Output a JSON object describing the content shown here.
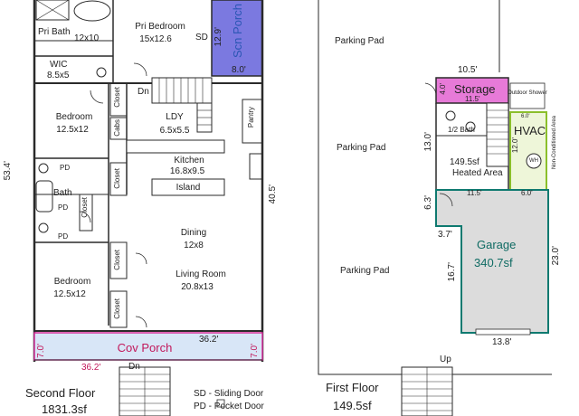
{
  "second_floor": {
    "title": "Second Floor",
    "area": "1831.3sf",
    "rooms": {
      "pri_bath": "Pri Bath",
      "pri_bath_dim": "12x10",
      "wic": "WIC",
      "wic_dim": "8.5x5",
      "pri_bedroom": "Pri Bedroom",
      "pri_bedroom_dim": "15x12.6",
      "scn_porch": "Scn Porch",
      "scn_porch_dim_v": "12.9'",
      "scn_porch_dim_h": "8.0'",
      "sd": "SD",
      "dn_upper": "Dn",
      "bedroom1": "Bedroom",
      "bedroom1_dim": "12.5x12",
      "closet1": "Closet",
      "cabs": "Cabs",
      "closet2": "Closet",
      "ldy": "LDY",
      "ldy_dim": "6.5x5.5",
      "pantry": "Pantry",
      "kitchen": "Kitchen",
      "kitchen_dim": "16.8x9.5",
      "island": "Island",
      "pd1": "PD",
      "bath": "Bath",
      "pd2": "PD",
      "pd3": "PD",
      "closet3": "Closet",
      "dining": "Dining",
      "dining_dim": "12x8",
      "living": "Living Room",
      "living_dim": "20.8x13",
      "bedroom2": "Bedroom",
      "bedroom2_dim": "12.5x12",
      "closet4": "Closet",
      "closet5": "Closet",
      "cov_porch": "Cov Porch",
      "dn_lower": "Dn"
    },
    "dims": {
      "left": "53.4'",
      "right": "40.5'",
      "porch_top": "36.2'",
      "porch_bottom": "36.2'",
      "porch_left": "7.0'",
      "porch_right": "7.0'"
    }
  },
  "first_floor": {
    "title": "First Floor",
    "area": "149.5sf",
    "up": "Up",
    "parking1": "Parking Pad",
    "parking2": "Parking Pad",
    "parking3": "Parking Pad",
    "storage": "Storage",
    "storage_dim_top": "10.5'",
    "storage_dim_left": "4.0'",
    "storage_dim_bottom": "11.5'",
    "outdoor_shower": "Outdoor Shower",
    "half_bath": "1/2 Bath",
    "heated_area": "149.5sf",
    "heated_label": "Heated Area",
    "dim_13": "13.0'",
    "hvac": "HVAC",
    "hvac_dim_top": "6.0'",
    "hvac_dim_side": "12.0'",
    "hvac_dim_bottom": "6.0'",
    "wh": "WH",
    "non_cond": "Non-Conditioned Area",
    "dim_115": "11.5'",
    "dim_63": "6.3'",
    "dim_37": "3.7'",
    "dim_167": "16.7'",
    "garage": "Garage",
    "garage_area": "340.7sf",
    "dim_230": "23.0'",
    "dim_138": "13.8'"
  },
  "legend": {
    "sd": "SD - Sliding Door",
    "pd": "PD - Pocket Door"
  },
  "colors": {
    "wall": "#2a2a2a",
    "porch_fill": "#7b79e0",
    "cov_porch_fill": "#d8e6f7",
    "cov_porch_border": "#d62f9a",
    "storage_fill": "#e77ad8",
    "garage_fill": "#dcdcdc",
    "garage_border": "#0f7a70",
    "hvac_border": "#8bbf2b",
    "label_blue": "#2a56b4"
  }
}
